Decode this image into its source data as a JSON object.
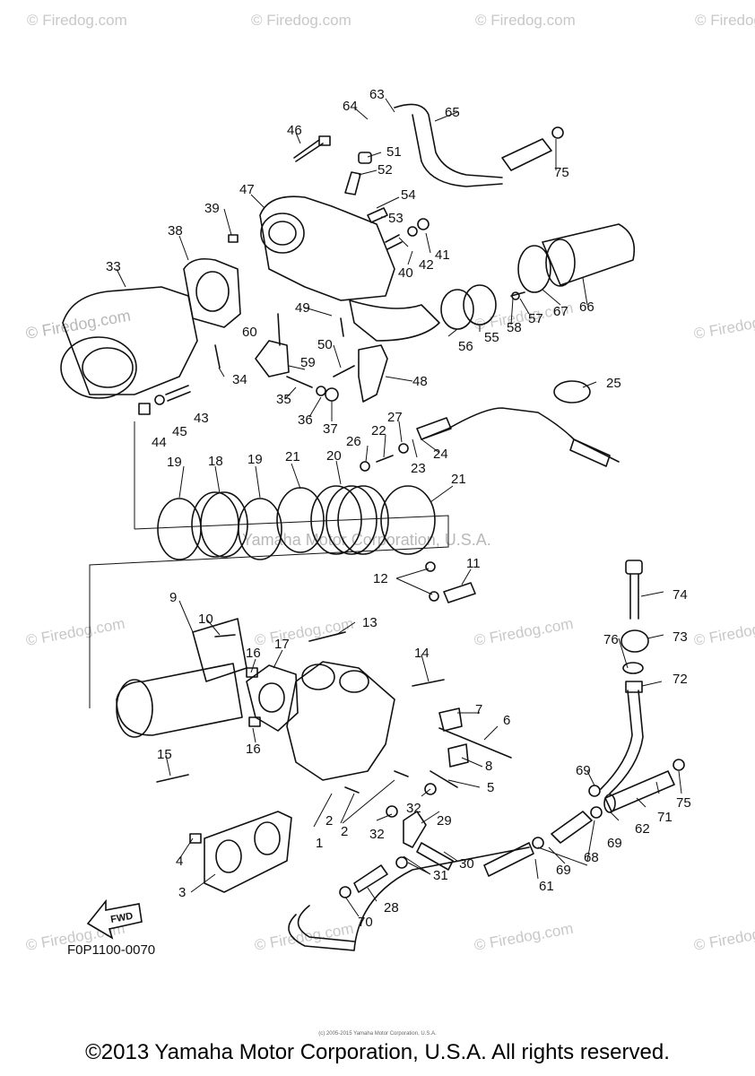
{
  "diagram": {
    "drawing_code": "F0P1100-0070",
    "fwd_label": "FWD",
    "copyright": "©2013 Yamaha Motor Corporation, U.S.A. All rights reserved.",
    "small_copyright": "(c) 2005-2015 Yamaha Motor Corporation, U.S.A.",
    "watermarks": {
      "firedog": "© Firedog.com",
      "yamaha": "Yamaha Motor Corporation, U.S.A."
    },
    "callouts": [
      "1",
      "2",
      "2",
      "3",
      "4",
      "5",
      "6",
      "7",
      "8",
      "9",
      "10",
      "11",
      "12",
      "13",
      "14",
      "15",
      "16",
      "16",
      "17",
      "18",
      "19",
      "19",
      "20",
      "21",
      "21",
      "22",
      "23",
      "24",
      "25",
      "26",
      "27",
      "28",
      "29",
      "30",
      "31",
      "32",
      "32",
      "33",
      "34",
      "35",
      "36",
      "37",
      "38",
      "39",
      "40",
      "41",
      "42",
      "43",
      "44",
      "45",
      "46",
      "47",
      "48",
      "49",
      "50",
      "51",
      "52",
      "53",
      "54",
      "55",
      "56",
      "57",
      "58",
      "59",
      "60",
      "61",
      "62",
      "63",
      "64",
      "65",
      "66",
      "67",
      "68",
      "69",
      "69",
      "69",
      "70",
      "71",
      "72",
      "73",
      "74",
      "75",
      "75",
      "76"
    ]
  }
}
